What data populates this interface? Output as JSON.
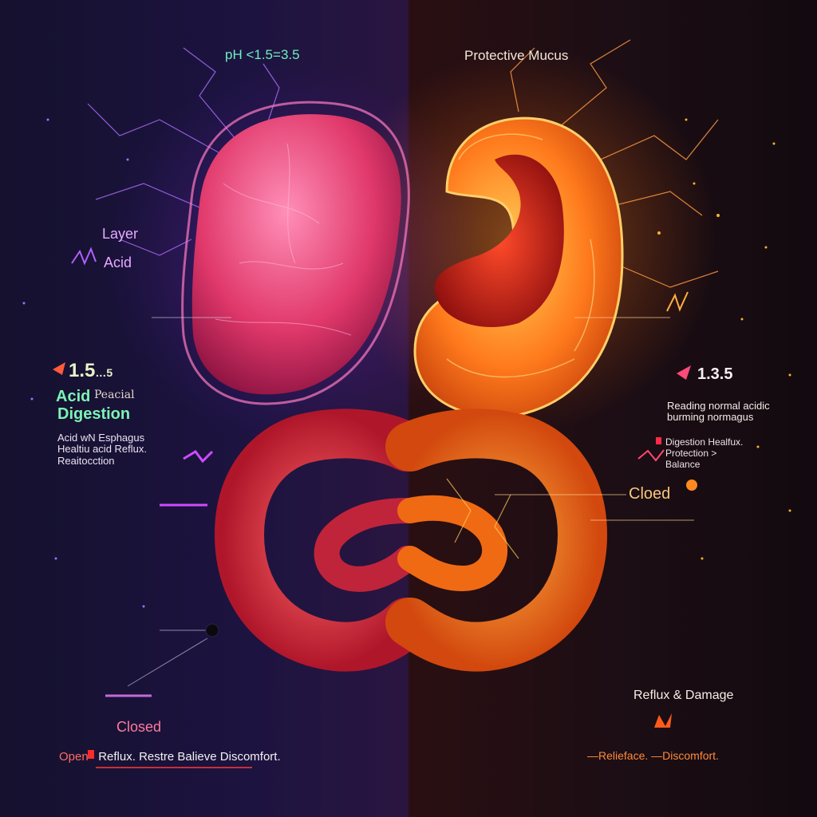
{
  "header": {
    "ph_range": "pH <1.5=3.5",
    "protective_mucus": "Protective Mucus"
  },
  "left_panel": {
    "layer": "Layer",
    "acid": "Acid",
    "ph_value": "1.5",
    "ph_value_small": "…5",
    "acid_label": "Acid",
    "acid_suffix": "Peacial",
    "digestion": "Digestion",
    "note_line1": "Acid wN Esphagus",
    "note_line2": "Healtiu acid Reflux.",
    "note_line3": "Reaitocction",
    "closed": "Closed"
  },
  "right_panel": {
    "ph_value": "1.3.5",
    "note_line1": "Reading normal acidic",
    "note_line2": "burming normagus",
    "list_line1": "Digestion Healfux.",
    "list_line2": "Protection >",
    "list_line3": "Balance",
    "closed": "Cloed",
    "reflux_damage": "Reflux & Damage"
  },
  "footer": {
    "left_prefix": "Open",
    "left_text": "Reflux.  Restre Balieve Discomfort.",
    "right_text": "—Relieface. —Discomfort."
  },
  "colors": {
    "left_bg": "#1c1340",
    "right_bg": "#2a0f12",
    "stomach_left": "#e0386a",
    "stomach_right": "#ff7a1c",
    "accent_green": "#7cf3b4",
    "accent_orange": "#ff8a3c"
  }
}
